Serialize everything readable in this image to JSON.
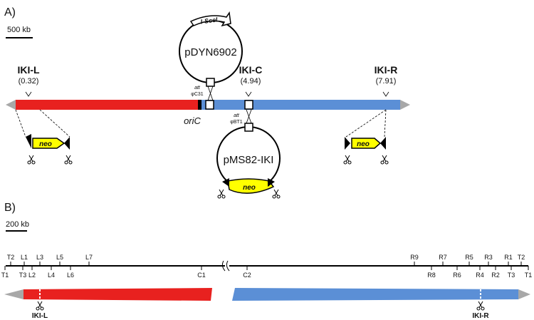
{
  "panel_a": {
    "label": "A)",
    "scale_bar": "500 kb",
    "iki_l": {
      "name": "IKI-L",
      "pos": "(0.32)"
    },
    "iki_c": {
      "name": "IKI-C",
      "pos": "(4.94)"
    },
    "iki_r": {
      "name": "IKI-R",
      "pos": "(7.91)"
    },
    "plasmid_top": {
      "name": "pDYN6902",
      "gene": "I-SceI"
    },
    "plasmid_bottom": {
      "name": "pMS82-IKI",
      "gene": "neo"
    },
    "ori": "oriC",
    "att_top": {
      "att": "att",
      "phage": "φC31"
    },
    "att_bottom": {
      "att": "att",
      "phage": "φBT1"
    },
    "cassette_gene": "neo"
  },
  "panel_b": {
    "label": "B)",
    "scale_bar": "200 kb",
    "markers_left_top": [
      "T2",
      "L1",
      "L3",
      "L5",
      "L7"
    ],
    "markers_left_bottom": [
      "T1",
      "T3",
      "L2",
      "L4",
      "L6",
      "C1"
    ],
    "markers_right_top": [
      "R9",
      "R7",
      "R5",
      "R3",
      "R1",
      "T2"
    ],
    "markers_right_bottom": [
      "C2",
      "R8",
      "R6",
      "R4",
      "R2",
      "T3",
      "T1"
    ],
    "site_left": "IKI-L",
    "site_right": "IKI-R"
  },
  "colors": {
    "red": "#e8211f",
    "blue": "#5b8fd6",
    "gray": "#a8a8a8",
    "yellow": "#ffff00"
  }
}
